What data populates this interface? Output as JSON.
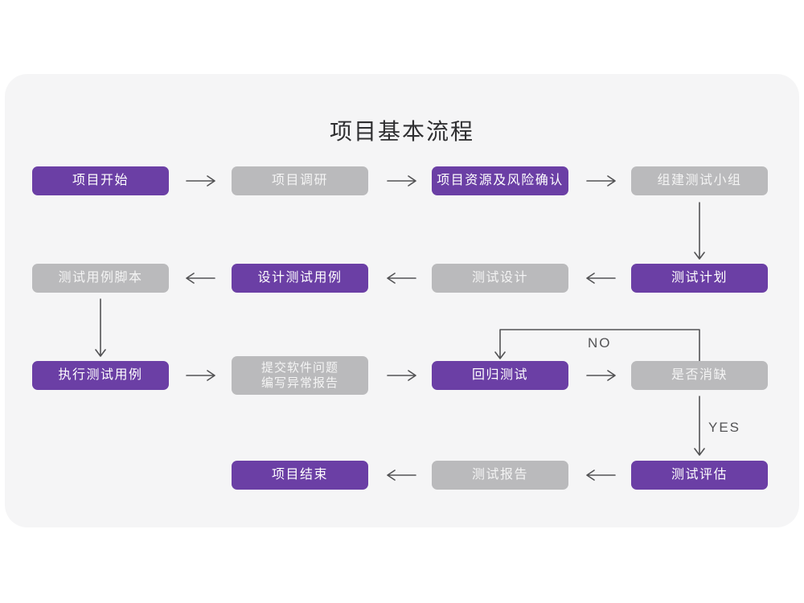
{
  "title": "项目基本流程",
  "labels": {
    "no": "NO",
    "yes": "YES"
  },
  "colors": {
    "purple": "#6b3fa5",
    "purple_text": "#ffffff",
    "gray": "#bababc",
    "gray_text": "#f4f4f4",
    "card_bg": "#f5f5f6",
    "arrow": "#535355",
    "title_text": "#2f2f31"
  },
  "nodes": [
    {
      "id": "project-start",
      "label": "项目开始",
      "variant": "purple"
    },
    {
      "id": "project-research",
      "label": "项目调研",
      "variant": "gray"
    },
    {
      "id": "resources-risk",
      "label": "项目资源及风险确认",
      "variant": "purple"
    },
    {
      "id": "build-test-team",
      "label": "组建测试小组",
      "variant": "gray"
    },
    {
      "id": "test-plan",
      "label": "测试计划",
      "variant": "purple"
    },
    {
      "id": "test-design",
      "label": "测试设计",
      "variant": "gray"
    },
    {
      "id": "design-test-cases",
      "label": "设计测试用例",
      "variant": "purple"
    },
    {
      "id": "test-case-scripts",
      "label": "测试用例脚本",
      "variant": "gray"
    },
    {
      "id": "execute-test-cases",
      "label": "执行测试用例",
      "variant": "purple"
    },
    {
      "id": "submit-issues",
      "label": "提交软件问题 编写异常报告",
      "line1": "提交软件问题",
      "line2": "编写异常报告",
      "variant": "gray"
    },
    {
      "id": "regression-test",
      "label": "回归测试",
      "variant": "purple"
    },
    {
      "id": "defect-cleared",
      "label": "是否消缺",
      "variant": "gray"
    },
    {
      "id": "test-evaluation",
      "label": "测试评估",
      "variant": "purple"
    },
    {
      "id": "test-report",
      "label": "测试报告",
      "variant": "gray"
    },
    {
      "id": "project-end",
      "label": "项目结束",
      "variant": "purple"
    }
  ]
}
